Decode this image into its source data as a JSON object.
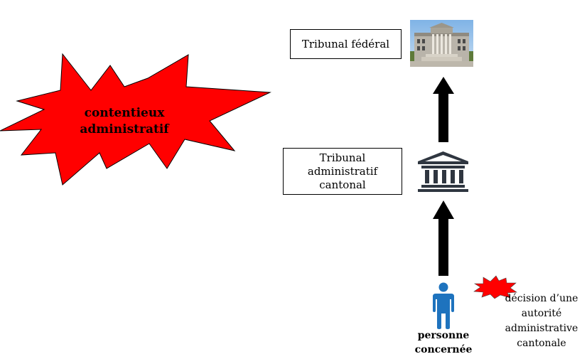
{
  "burst": {
    "title_line1": "contentieux",
    "title_line2": "administratif",
    "color": "#ff0000"
  },
  "federal_court": {
    "label": "Tribunal fédéral",
    "photo": "federal-court-building-photo"
  },
  "cantonal_court": {
    "line1": "Tribunal",
    "line2": "administratif",
    "line3": "cantonal",
    "icon": "courthouse-icon"
  },
  "person": {
    "line1": "personne",
    "line2": "concernée",
    "icon": "person-icon",
    "color": "#1e73be"
  },
  "decision": {
    "line1": "décision d’une",
    "line2": "autorité",
    "line3": "administrative",
    "line4": "cantonale",
    "icon": "burst-icon"
  }
}
